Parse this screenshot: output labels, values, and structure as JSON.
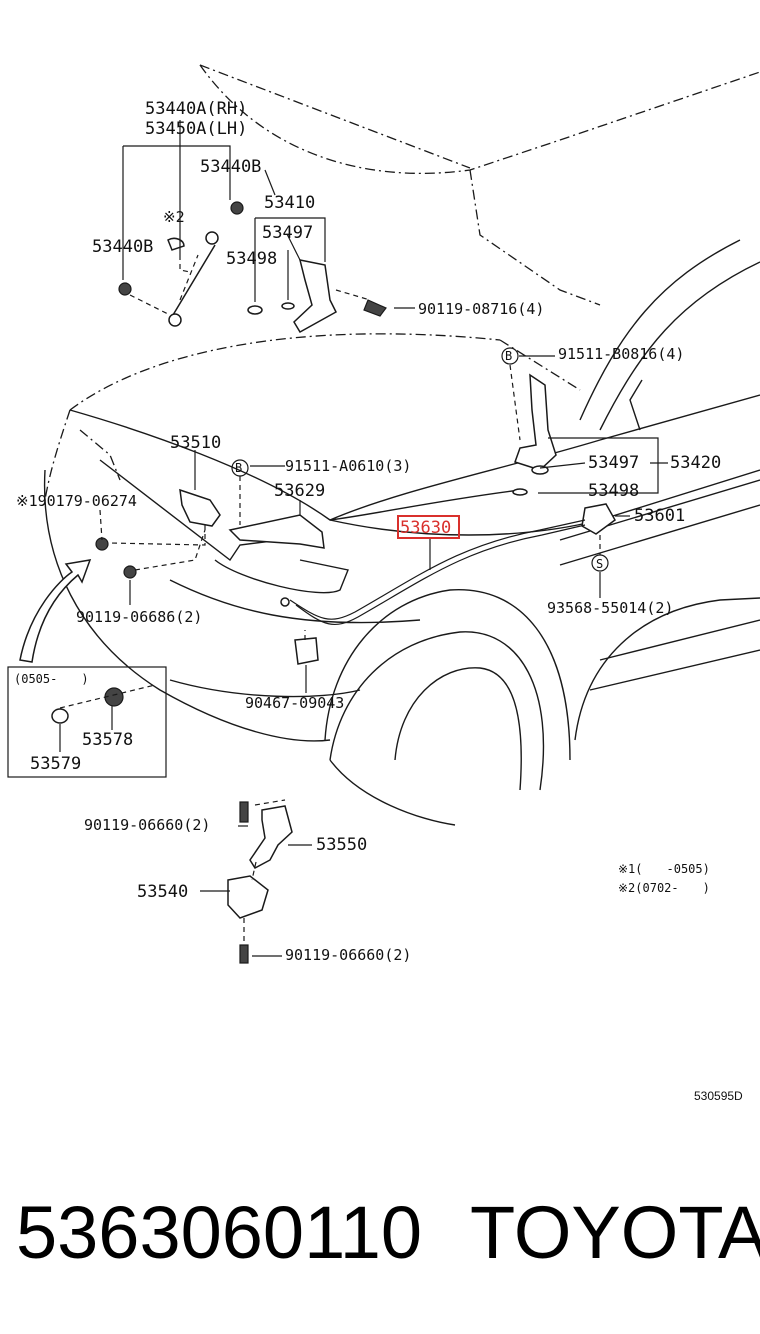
{
  "diagram": {
    "ref_code": "530595D",
    "highlight_color": "#d9302c",
    "labels": {
      "p53440a": "53440A(RH)",
      "p53450a": "53450A(LH)",
      "p53440b_top": "53440B",
      "mark2": "※2",
      "p53440b_left": "53440B",
      "p53410": "53410",
      "p53497_top": "53497",
      "p53498_top": "53498",
      "p90119_08716": "90119-08716(4)",
      "mark_b1": "B",
      "p91511_b0816": "91511-B0816(4)",
      "p53510": "53510",
      "mark_b2": "B",
      "p91511_a0610": "91511-A0610(3)",
      "p53629": "53629",
      "p53497_right": "53497",
      "p53420": "53420",
      "p53498_right": "53498",
      "p90179_06274": "※190179-06274",
      "p53630": "53630",
      "p53601": "53601",
      "mark_s": "S",
      "p93568_55014": "93568-55014(2)",
      "p90119_06686": "90119-06686(2)",
      "inset_range": "(0505-　　)",
      "p53578": "53578",
      "p53579": "53579",
      "p90467_09043": "90467-09043",
      "p90119_06660_a": "90119-06660(2)",
      "p53550": "53550",
      "p53540": "53540",
      "p90119_06660_b": "90119-06660(2)",
      "note1": "※1(　　-0505)",
      "note2": "※2(0702-　　)"
    }
  },
  "caption": {
    "part_number": "5363060110",
    "brand": "TOYOTA"
  }
}
